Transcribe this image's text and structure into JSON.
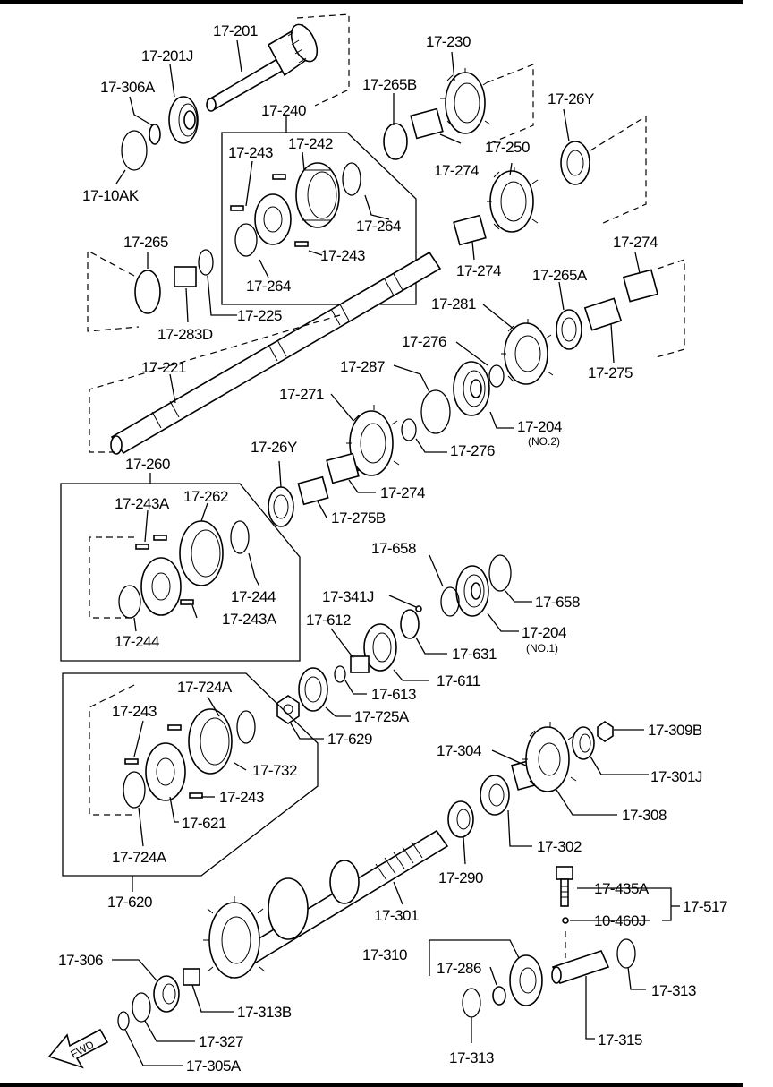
{
  "labels": {
    "p17_201": "17-201",
    "p17_201J": "17-201J",
    "p17_306A": "17-306A",
    "p17_10AK": "17-10AK",
    "p17_240": "17-240",
    "p17_243a": "17-243",
    "p17_242": "17-242",
    "p17_264a": "17-264",
    "p17_264b": "17-264",
    "p17_243b": "17-243",
    "p17_230": "17-230",
    "p17_265B": "17-265B",
    "p17_274a": "17-274",
    "p17_26Ya": "17-26Y",
    "p17_250": "17-250",
    "p17_274b": "17-274",
    "p17_265": "17-265",
    "p17_225": "17-225",
    "p17_283D": "17-283D",
    "p17_274c": "17-274",
    "p17_265A": "17-265A",
    "p17_281": "17-281",
    "p17_275": "17-275",
    "p17_276a": "17-276",
    "p17_287": "17-287",
    "p17_221": "17-221",
    "p17_271": "17-271",
    "p17_204b": "17-204",
    "no2": "(NO.2)",
    "p17_276b": "17-276",
    "p17_26Yb": "17-26Y",
    "p17_274d": "17-274",
    "p17_275B": "17-275B",
    "p17_260": "17-260",
    "p17_243A_a": "17-243A",
    "p17_262": "17-262",
    "p17_244a": "17-244",
    "p17_243A_b": "17-243A",
    "p17_244b": "17-244",
    "p17_658a": "17-658",
    "p17_658b": "17-658",
    "p17_341J": "17-341J",
    "p17_612": "17-612",
    "p17_204a": "17-204",
    "no1": "(NO.1)",
    "p17_631": "17-631",
    "p17_611": "17-611",
    "p17_613": "17-613",
    "p17_724A_a": "17-724A",
    "p17_725A": "17-725A",
    "p17_243c": "17-243",
    "p17_629": "17-629",
    "p17_732": "17-732",
    "p17_243d": "17-243",
    "p17_621": "17-621",
    "p17_724A_b": "17-724A",
    "p17_620": "17-620",
    "p17_309B": "17-309B",
    "p17_304": "17-304",
    "p17_301J": "17-301J",
    "p17_308": "17-308",
    "p17_302": "17-302",
    "p17_290": "17-290",
    "p17_301": "17-301",
    "p17_435A": "17-435A",
    "p17_517": "17-517",
    "p10_460J": "10-460J",
    "p17_306": "17-306",
    "p17_310": "17-310",
    "p17_286": "17-286",
    "p17_313a": "17-313",
    "p17_313B": "17-313B",
    "p17_327": "17-327",
    "p17_313b": "17-313",
    "p17_315": "17-315",
    "p17_305A": "17-305A",
    "fwd": "FWD"
  },
  "colors": {
    "ink": "#000000",
    "paper": "#ffffff"
  }
}
